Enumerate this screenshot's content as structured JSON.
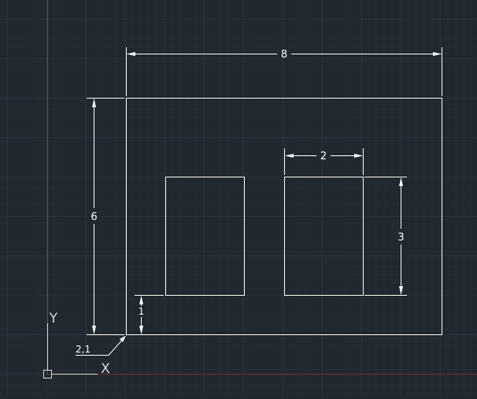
{
  "canvas": {
    "background_color": "#212830",
    "grid_minor_color": "#27303a",
    "grid_major_color": "#2e3844",
    "line_color": "#ffffff",
    "y_axis_color": "#3f7a46",
    "x_axis_color": "#7a2a30"
  },
  "dimensions": {
    "overall_width": "8",
    "overall_height": "6",
    "window_width": "2",
    "window_height": "3",
    "sill_height": "1"
  },
  "annotation": {
    "origin_label": "2,1"
  },
  "ucs": {
    "x_label": "X",
    "y_label": "Y"
  }
}
